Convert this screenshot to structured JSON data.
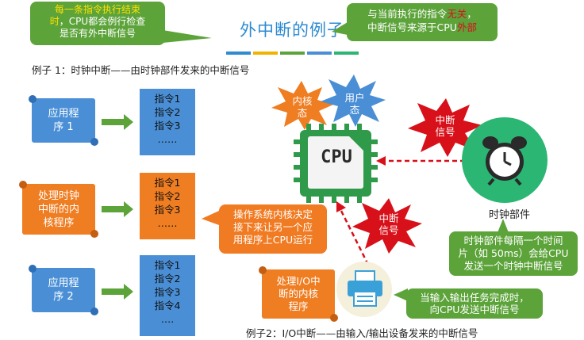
{
  "title": "外中断的例子",
  "callout_top_left": {
    "part1": "每一条指令执行结束",
    "part2": "时",
    "part3": "，CPU都会例行检查",
    "part4": "是否有外中断信号"
  },
  "callout_top_right": {
    "line1a": "与当前执行的指令",
    "line1b": "无关",
    "line1c": "，",
    "line2a": "中断信号来源于CPU",
    "line2b": "外部"
  },
  "example1_caption": "例子 1：时钟中断——由时钟部件发来的中断信号",
  "example2_caption": "例子2：I/O中断——由输入/输出设备发来的中断信号",
  "programs": [
    {
      "label_l1": "应用程",
      "label_l2": "序 1"
    },
    {
      "label_l1": "处理时钟",
      "label_l2": "中断的内",
      "label_l3": "核程序"
    },
    {
      "label_l1": "应用程",
      "label_l2": "序 2"
    }
  ],
  "instructions": {
    "block1": [
      "指令1",
      "指令2",
      "指令3",
      "……"
    ],
    "block2": [
      "指令1",
      "指令2",
      "指令3",
      "……"
    ],
    "block3": [
      "指令1",
      "指令2",
      "指令3",
      "指令4",
      "…."
    ]
  },
  "kernel_callout": {
    "l1": "操作系统内核决定",
    "l2": "接下来让另一个应",
    "l3": "用程序上CPU运行"
  },
  "cpu": {
    "chip_label": "CPU",
    "kernel_mode_l1": "内核",
    "kernel_mode_l2": "态",
    "user_mode_l1": "用户",
    "user_mode_l2": "态"
  },
  "interrupt_signal_clock": {
    "l1": "中断",
    "l2": "信号"
  },
  "interrupt_signal_io": {
    "l1": "中断",
    "l2": "信号"
  },
  "clock_label": "时钟部件",
  "clock_callout": {
    "l1": "时钟部件每隔一个时间",
    "l2": "片（如 50ms）会给CPU",
    "l3": "发送一个时钟中断信号"
  },
  "io_program": {
    "l1": "处理I/O中",
    "l2": "断的内核",
    "l3": "程序"
  },
  "io_callout": {
    "l1": "当输入输出任务完成时，",
    "l2": "向CPU发送中断信号"
  },
  "colors": {
    "accent_blue": "#2e8bd0",
    "green": "#5ca33a",
    "orange": "#ef7d22",
    "red": "#d8101a",
    "clock_green": "#2bb673",
    "highlight_yellow": "#ffe100"
  }
}
